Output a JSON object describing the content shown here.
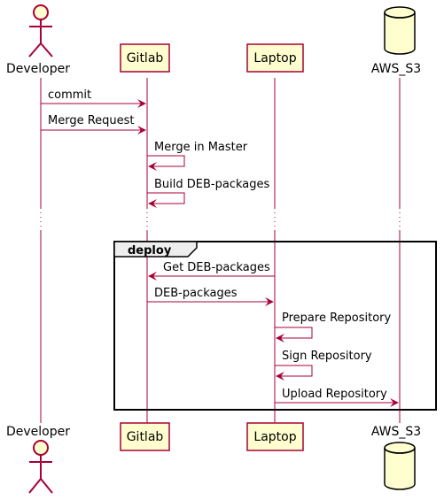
{
  "participants": {
    "developer": "Developer",
    "gitlab": "Gitlab",
    "laptop": "Laptop",
    "aws_s3": "AWS_S3"
  },
  "messages": {
    "commit": "commit",
    "merge_request": "Merge Request",
    "merge_in_master": "Merge in Master",
    "build_deb": "Build DEB-packages",
    "get_deb": "Get DEB-packages",
    "deb_packages": "DEB-packages",
    "prepare_repo": "Prepare Repository",
    "sign_repo": "Sign Repository",
    "upload_repo": "Upload Repository"
  },
  "group": {
    "label": "deploy"
  },
  "colors": {
    "line": "#A80036",
    "participant_fill": "#FEFECE",
    "actor_fill": "#FEFECE",
    "frame": "#000000",
    "frame_tab": "#EEEEEE"
  }
}
